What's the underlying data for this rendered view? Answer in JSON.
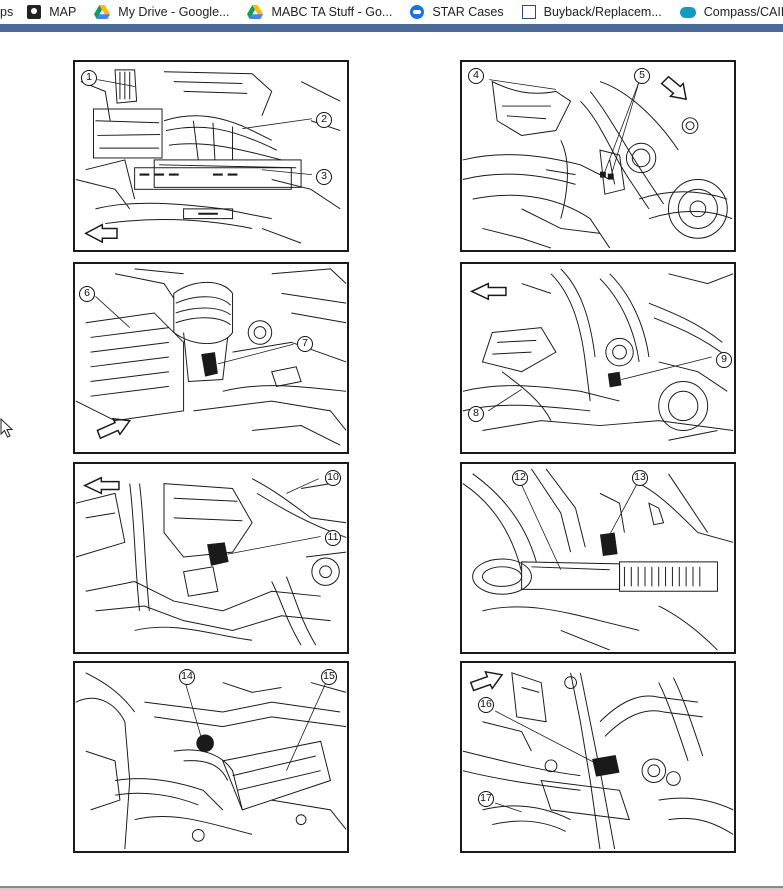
{
  "bookmarks": [
    {
      "label": "ps",
      "icon": "none"
    },
    {
      "label": "MAP",
      "icon": "map-icon"
    },
    {
      "label": "My Drive - Google...",
      "icon": "google-drive-icon"
    },
    {
      "label": "MABC TA Stuff - Go...",
      "icon": "google-drive-icon"
    },
    {
      "label": "STAR Cases",
      "icon": "star-cases-icon"
    },
    {
      "label": "Buyback/Replacem...",
      "icon": "fda-icon"
    },
    {
      "label": "Compass/CAIRs",
      "icon": "salesforce-cloud-icon"
    }
  ],
  "colors": {
    "chrome_bar": "#4a6a97",
    "line_art": "#1a1a1a",
    "panel_border": "#1a1a1a"
  },
  "panels": [
    {
      "id": "p1",
      "callouts": [
        "1",
        "2",
        "3"
      ]
    },
    {
      "id": "p2",
      "callouts": [
        "4",
        "5"
      ]
    },
    {
      "id": "p3",
      "callouts": [
        "6",
        "7"
      ]
    },
    {
      "id": "p4",
      "callouts": [
        "8",
        "9"
      ]
    },
    {
      "id": "p5",
      "callouts": [
        "10",
        "11"
      ]
    },
    {
      "id": "p6",
      "callouts": [
        "12",
        "13"
      ]
    },
    {
      "id": "p7",
      "callouts": [
        "14",
        "15"
      ]
    },
    {
      "id": "p8",
      "callouts": [
        "16",
        "17"
      ]
    }
  ]
}
